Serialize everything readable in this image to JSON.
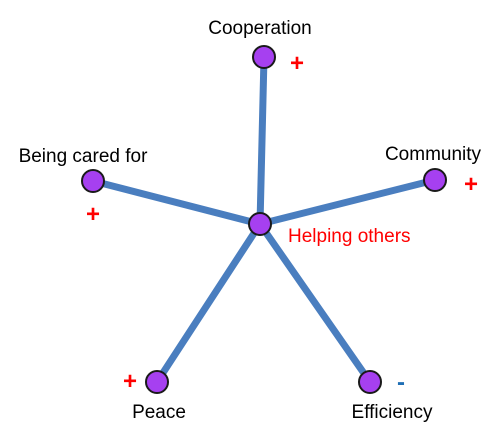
{
  "diagram": {
    "center": {
      "id": "center",
      "label": "Helping others",
      "label_color": "#ff0000"
    },
    "nodes": [
      {
        "id": "cooperation",
        "label": "Cooperation",
        "sign": "+",
        "sign_color": "#ff0000"
      },
      {
        "id": "being-cared-for",
        "label": "Being cared for",
        "sign": "+",
        "sign_color": "#ff0000"
      },
      {
        "id": "community",
        "label": "Community",
        "sign": "+",
        "sign_color": "#ff0000"
      },
      {
        "id": "peace",
        "label": "Peace",
        "sign": "+",
        "sign_color": "#ff0000"
      },
      {
        "id": "efficiency",
        "label": "Efficiency",
        "sign": "-",
        "sign_color": "#1f6fb5"
      }
    ],
    "colors": {
      "edge": "#4a7ebf",
      "node_fill": "#a640f0",
      "node_stroke": "#1a1a1a",
      "text": "#000000"
    }
  }
}
